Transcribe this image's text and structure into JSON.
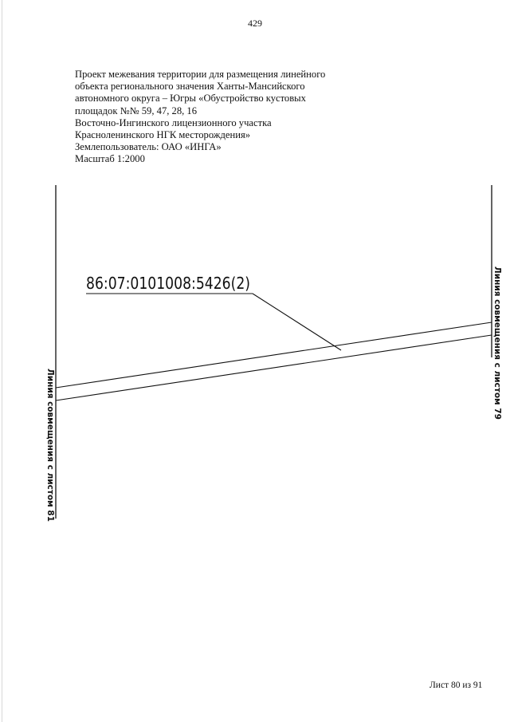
{
  "page_number": "429",
  "header": {
    "lines": [
      "Проект межевания территории для размещения линейного",
      "объекта регионального значения Ханты-Мансийского",
      "автономного  округа – Югры «Обустройство кустовых",
      "площадок №№ 59, 47, 28, 16",
      "Восточно-Ингинского  лицензионного участка",
      "Красноленинского НГК месторождения»",
      "Землепользователь: ОАО «ИНГА»",
      "Масштаб 1:2000"
    ]
  },
  "map": {
    "parcel_label": "86:07:0101008:5426(2)",
    "left_match_line": "Линия совмещения с листом 81",
    "right_match_line": "Линия совмещения с листом 79"
  },
  "footer": {
    "sheet": "Лист 80 из 91"
  }
}
